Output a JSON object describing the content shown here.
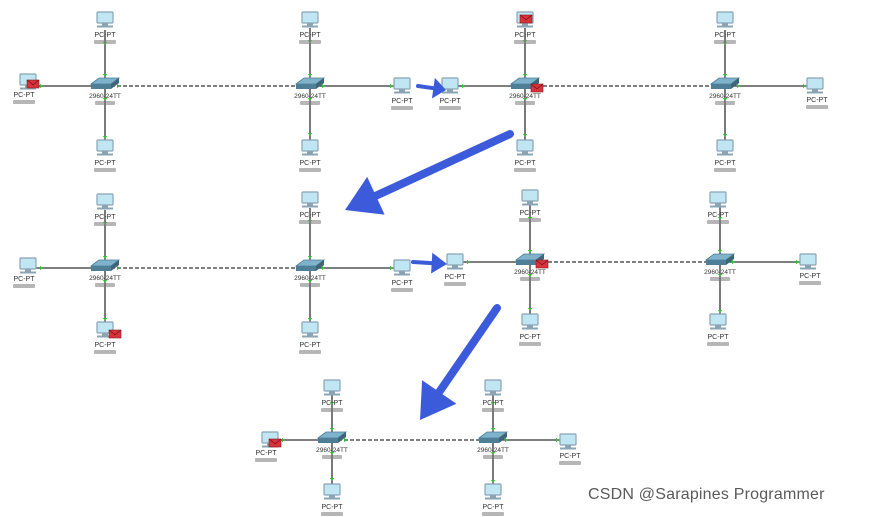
{
  "watermark": "CSDN @Sarapines Programmer",
  "colors": {
    "link": "#333333",
    "link_dashed": "#555555",
    "port_up": "#2bbf2b",
    "arrow": "#3b5bdb",
    "pc_screen": "#bfe6f2",
    "pc_body": "#8aa4b4",
    "switch_top": "#7fb3cc",
    "switch_side": "#4f7f97",
    "envelope": "#d8323a"
  },
  "labels": {
    "pc_pt": "PC-PT",
    "switch_model": "2960-24TT"
  },
  "icons": [
    "pc-icon",
    "switch-icon",
    "envelope-icon",
    "arrow-icon"
  ]
}
